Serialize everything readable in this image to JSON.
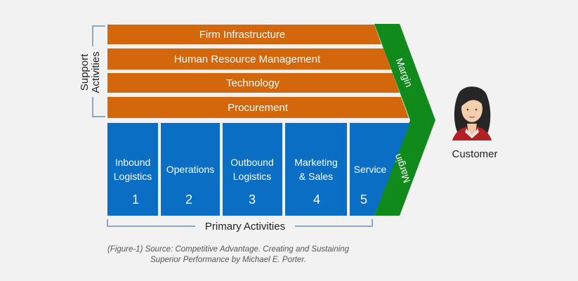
{
  "support": {
    "label_line1": "Support",
    "label_line2": "Activities",
    "items": [
      {
        "label": "Firm Infrastructure"
      },
      {
        "label": "Human Resource Management"
      },
      {
        "label": "Technology"
      },
      {
        "label": "Procurement"
      }
    ]
  },
  "primary": {
    "label": "Primary Activities",
    "items": [
      {
        "line1": "Inbound",
        "line2": "Logistics",
        "number": "1"
      },
      {
        "line1": "Operations",
        "line2": "",
        "number": "2"
      },
      {
        "line1": "Outbound",
        "line2": "Logistics",
        "number": "3"
      },
      {
        "line1": "Marketing",
        "line2": "& Sales",
        "number": "4"
      },
      {
        "line1": "Service",
        "line2": "",
        "number": "5"
      }
    ]
  },
  "margin": {
    "label_top": "Margin",
    "label_bottom": "Margin"
  },
  "customer": {
    "label": "Customer",
    "icon": "customer-avatar-icon"
  },
  "caption": {
    "line1": "(Figure-1) Source: Competitive Advantage. Creating and Sustaining",
    "line2": "Superior Performance by Michael E. Porter."
  },
  "colors": {
    "support": "#d4660c",
    "primary": "#0a6fc4",
    "margin": "#0f8a1b",
    "bracket": "#8fa7c4",
    "background": "#f2f2f2"
  }
}
